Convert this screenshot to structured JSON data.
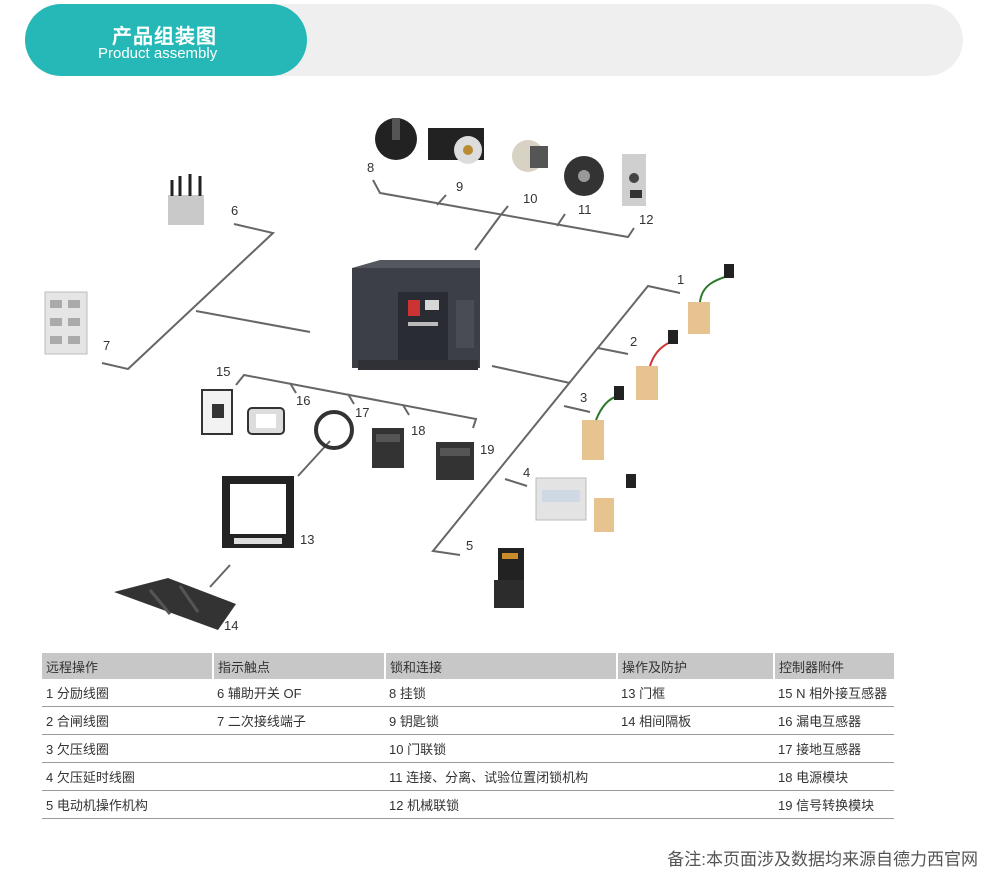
{
  "header": {
    "title_zh": "产品组装图",
    "title_en": "Product assembly"
  },
  "callouts": [
    "1",
    "2",
    "3",
    "4",
    "5",
    "6",
    "7",
    "8",
    "9",
    "10",
    "11",
    "12",
    "13",
    "14",
    "15",
    "16",
    "17",
    "18",
    "19"
  ],
  "table": {
    "headers": [
      "远程操作",
      "指示触点",
      "锁和连接",
      "操作及防护",
      "控制器附件"
    ],
    "rows": [
      [
        "1 分励线圈",
        "6 辅助开关 OF",
        "8 挂锁",
        "13 门框",
        "15 N 相外接互感器"
      ],
      [
        "2 合闸线圈",
        "7 二次接线端子",
        "9 钥匙锁",
        "14 相间隔板",
        "16 漏电互感器"
      ],
      [
        "3 欠压线圈",
        "",
        "10 门联锁",
        "",
        "17 接地互感器"
      ],
      [
        "4 欠压延时线圈",
        "",
        "11 连接、分离、试验位置闭锁机构",
        "",
        "18 电源模块"
      ],
      [
        "5 电动机操作机构",
        "",
        "12 机械联锁",
        "",
        "19 信号转换模块"
      ]
    ]
  },
  "note": "备注:本页面涉及数据均来源自德力西官网",
  "colors": {
    "accent": "#25b8b6",
    "header_bg": "#efefef",
    "table_header": "#c7c7c7"
  }
}
